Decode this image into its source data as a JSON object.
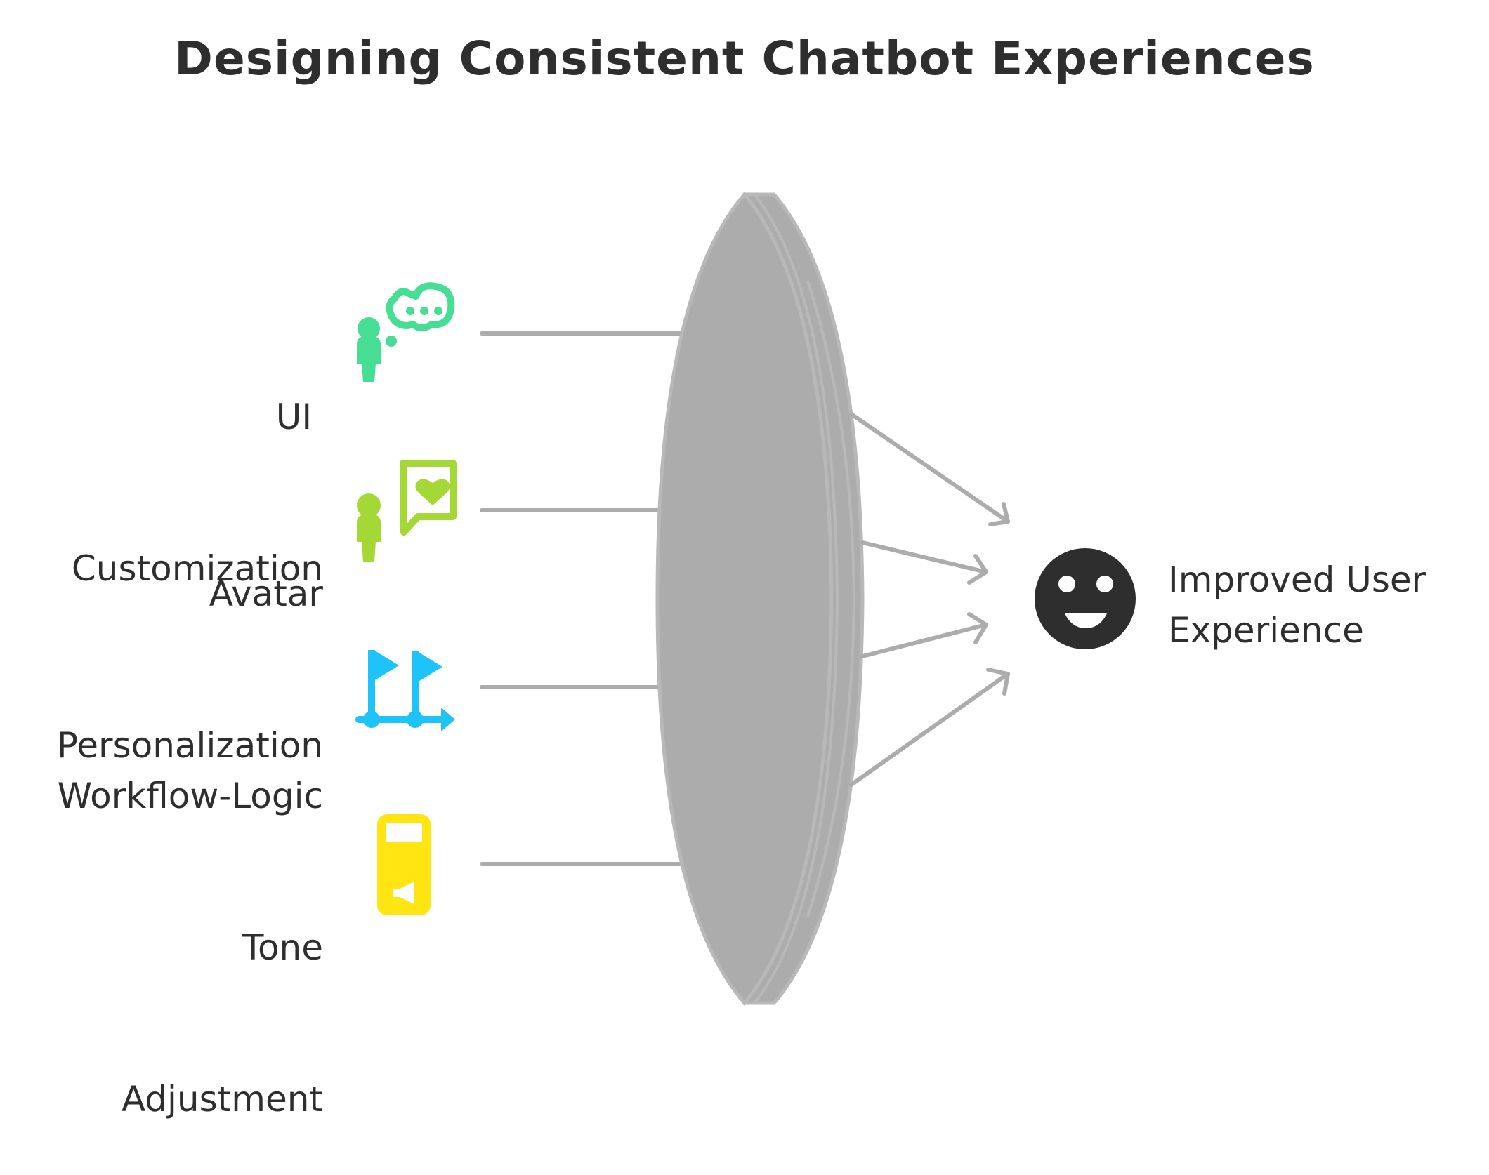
{
  "title": "Designing Consistent Chatbot Experiences",
  "inputs": [
    {
      "lines": [
        "UI ",
        "Customization"
      ],
      "icon": "person-thought-bubble-icon",
      "color": "#45DE92"
    },
    {
      "lines": [
        "Avatar",
        "Personalization"
      ],
      "icon": "person-heart-speech-icon",
      "color": "#A4D837"
    },
    {
      "lines": [
        "Workflow-Logic"
      ],
      "icon": "workflow-flags-icon",
      "color": "#1EC3FA"
    },
    {
      "lines": [
        "Tone",
        "Adjustment"
      ],
      "icon": "tone-speaker-device-icon",
      "color": "#FFE512"
    }
  ],
  "lens": {
    "label": "consistency-lens",
    "fill": "#ACACAC",
    "stroke": "#B8B8B8"
  },
  "outcome": {
    "lines": [
      "Improved User",
      "Experience"
    ],
    "icon": "smiley-face-icon",
    "color": "#2E2E2E"
  },
  "colors": {
    "text": "#2E2E2E",
    "connector": "#ACACAC",
    "background": "#FFFFFF"
  }
}
